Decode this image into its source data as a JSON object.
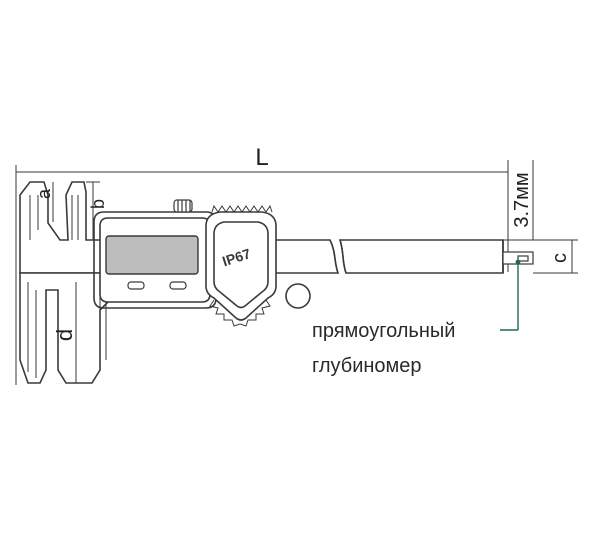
{
  "labels": {
    "L": "L",
    "a": "a",
    "b": "b",
    "c": "c",
    "d": "d",
    "thickness": "3.7мм",
    "ip_rating": "IP67"
  },
  "callout": {
    "line1": "прямоугольный",
    "line2": "глубиномер"
  },
  "colors": {
    "outline": "#3a3a3a",
    "display_fill": "#bdbdbd",
    "callout_line": "#1f6b4f"
  }
}
